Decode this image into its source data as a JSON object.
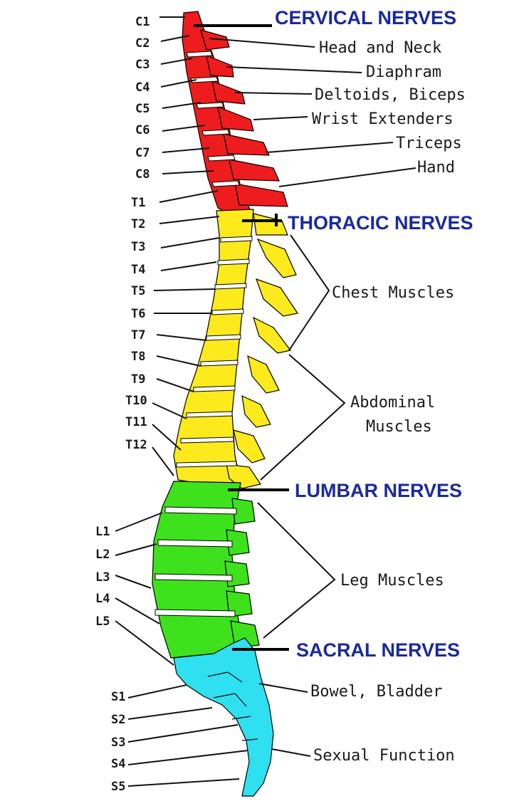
{
  "colors": {
    "cervical": "#ee1c1c",
    "thoracic": "#fcea1c",
    "lumbar": "#3ee21c",
    "sacral": "#2ee0f0",
    "region_label": "#1a2a9c"
  },
  "regions": {
    "cervical": "CERVICAL NERVES",
    "thoracic": "THORACIC NERVES",
    "lumbar": "LUMBAR NERVES",
    "sacral": "SACRAL NERVES"
  },
  "vertebrae": {
    "cervical": [
      "C1",
      "C2",
      "C3",
      "C4",
      "C5",
      "C6",
      "C7",
      "C8"
    ],
    "thoracic": [
      "T1",
      "T2",
      "T3",
      "T4",
      "T5",
      "T6",
      "T7",
      "T8",
      "T9",
      "T10",
      "T11",
      "T12"
    ],
    "lumbar": [
      "L1",
      "L2",
      "L3",
      "L4",
      "L5"
    ],
    "sacral": [
      "S1",
      "S2",
      "S3",
      "S4",
      "S5"
    ]
  },
  "functions": {
    "head_neck": "Head and Neck",
    "diaphragm": "Diaphram",
    "deltoids": "Deltoids, Biceps",
    "wrist": "Wrist Extenders",
    "triceps": "Triceps",
    "hand": "Hand",
    "chest": "Chest Muscles",
    "abdominal_1": "Abdominal",
    "abdominal_2": "Muscles",
    "leg": "Leg Muscles",
    "bowel": "Bowel, Bladder",
    "sexual": "Sexual Function"
  }
}
